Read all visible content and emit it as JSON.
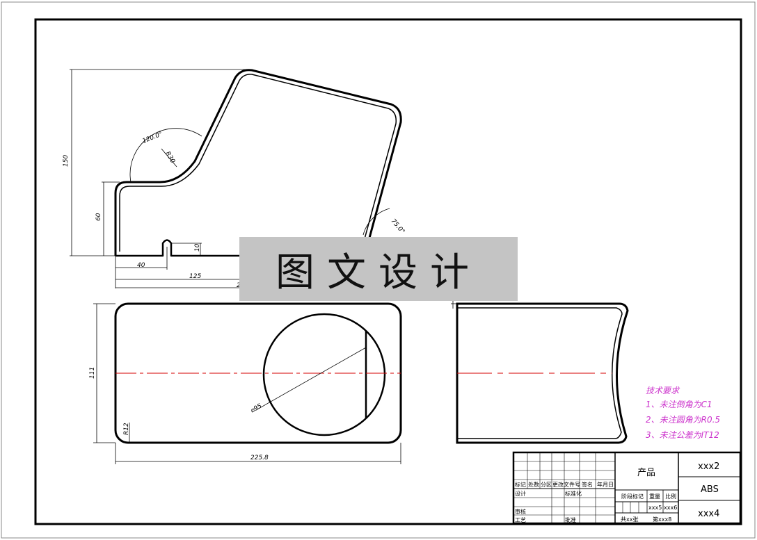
{
  "watermark": "图文设计",
  "dimensions": {
    "height_total": "150",
    "height_low": "60",
    "slot": "10",
    "d40": "40",
    "d125": "125",
    "d2xx": "2",
    "angle1": "120.0°",
    "radius": "R30",
    "angle2": "75.0°",
    "width_bottom": "111",
    "diameter": "⌀95",
    "corner": "R12",
    "length": "225.8"
  },
  "tech_notes": {
    "title": "技术要求",
    "items": [
      "1、未注倒角为C1",
      "2、未注圆角为R0.5",
      "3、未注公差为IT12"
    ]
  },
  "title_block": {
    "name": "产品",
    "code_top": "xxx2",
    "material": "ABS",
    "code_bottom": "xxx4",
    "headers": [
      "标记",
      "处数",
      "分区",
      "更改文件号",
      "签名",
      "年月日"
    ],
    "designer": "设计",
    "std": "标准化",
    "review": "审核",
    "process": "工艺",
    "approve": "批准",
    "stage": "阶段标记",
    "weight": "重量",
    "scale": "比例",
    "w_val": "xxx5",
    "s_val": "xxx6",
    "sheets": "共xx张",
    "sheet_no": "第xxx8"
  }
}
